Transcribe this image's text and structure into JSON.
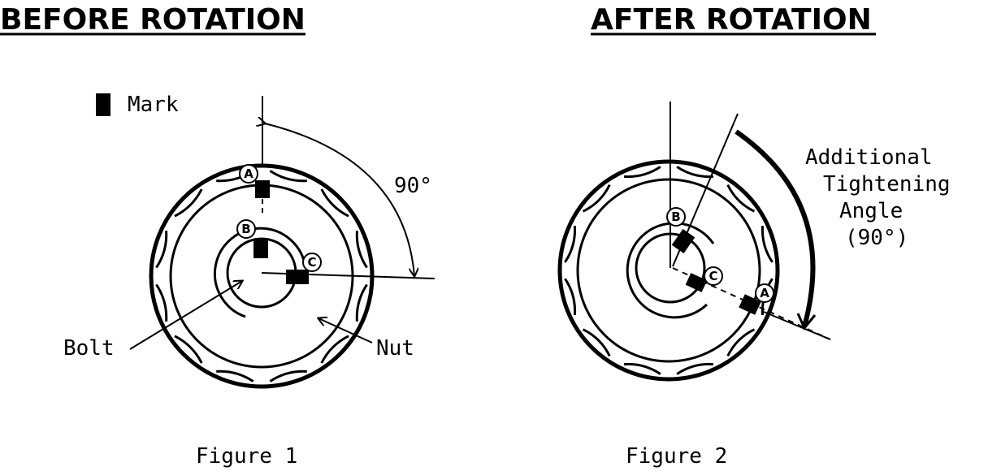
{
  "figure1": {
    "title": "BEFORE ROTATION",
    "caption": "Figure 1",
    "legend_label": "Mark",
    "angle_label": "90°",
    "bolt_label": "Bolt",
    "nut_label": "Nut",
    "mark_letters": [
      "A",
      "B",
      "C"
    ]
  },
  "figure2": {
    "title": "AFTER ROTATION",
    "caption": "Figure 2",
    "angle_label_lines": [
      "Additional",
      "Tightening",
      "Angle",
      "(90°)"
    ],
    "mark_letters": [
      "A",
      "B",
      "C"
    ]
  },
  "colors": {
    "ink": "#000000",
    "background": "#ffffff"
  }
}
